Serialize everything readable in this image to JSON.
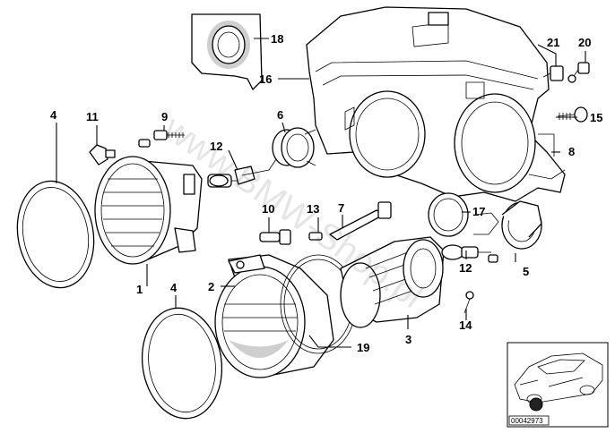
{
  "diagram": {
    "callouts": [
      {
        "id": "c1",
        "text": "1"
      },
      {
        "id": "c2",
        "text": "2"
      },
      {
        "id": "c3",
        "text": "3"
      },
      {
        "id": "c4a",
        "text": "4"
      },
      {
        "id": "c4b",
        "text": "4"
      },
      {
        "id": "c5",
        "text": "5"
      },
      {
        "id": "c6",
        "text": "6"
      },
      {
        "id": "c7",
        "text": "7"
      },
      {
        "id": "c8",
        "text": "8"
      },
      {
        "id": "c9",
        "text": "9"
      },
      {
        "id": "c10",
        "text": "10"
      },
      {
        "id": "c11",
        "text": "11"
      },
      {
        "id": "c12a",
        "text": "12"
      },
      {
        "id": "c12b",
        "text": "12"
      },
      {
        "id": "c13",
        "text": "13"
      },
      {
        "id": "c14",
        "text": "14"
      },
      {
        "id": "c15",
        "text": "15"
      },
      {
        "id": "c16",
        "text": "16"
      },
      {
        "id": "c17",
        "text": "17"
      },
      {
        "id": "c18",
        "text": "18"
      },
      {
        "id": "c19",
        "text": "19"
      },
      {
        "id": "c20",
        "text": "20"
      },
      {
        "id": "c21",
        "text": "21"
      }
    ],
    "watermark": "www.BMW-Shop.pl",
    "thumbnail_code": "00042973"
  }
}
